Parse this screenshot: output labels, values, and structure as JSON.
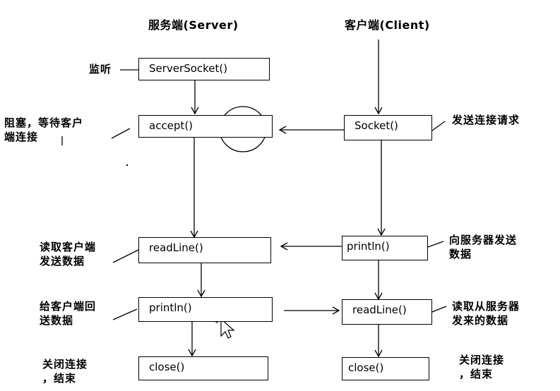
{
  "headers": {
    "server": "服务端(Server)",
    "client": "客户端(Client)"
  },
  "server": {
    "boxes": [
      "ServerSocket()",
      "accept()",
      "readLine()",
      "println()",
      "close()"
    ],
    "notes": {
      "listen": "监听",
      "block_line1": "阻塞，等待客户",
      "block_line2": "端连接",
      "read_line1": "读取客户端",
      "read_line2": "发送数据",
      "reply_line1": "给客户端回",
      "reply_line2": "送数据",
      "close_line1": "关闭连接",
      "close_line2": "，结束"
    }
  },
  "client": {
    "boxes": [
      "Socket()",
      "println()",
      "readLine()",
      "close()"
    ],
    "notes": {
      "request": "发送连接请求",
      "send_line1": "向服务器发送",
      "send_line2": "数据",
      "recv_line1": "读取从服务器",
      "recv_line2": "发来的数据",
      "close_line1": "关闭连接",
      "close_line2": "，结束"
    }
  }
}
